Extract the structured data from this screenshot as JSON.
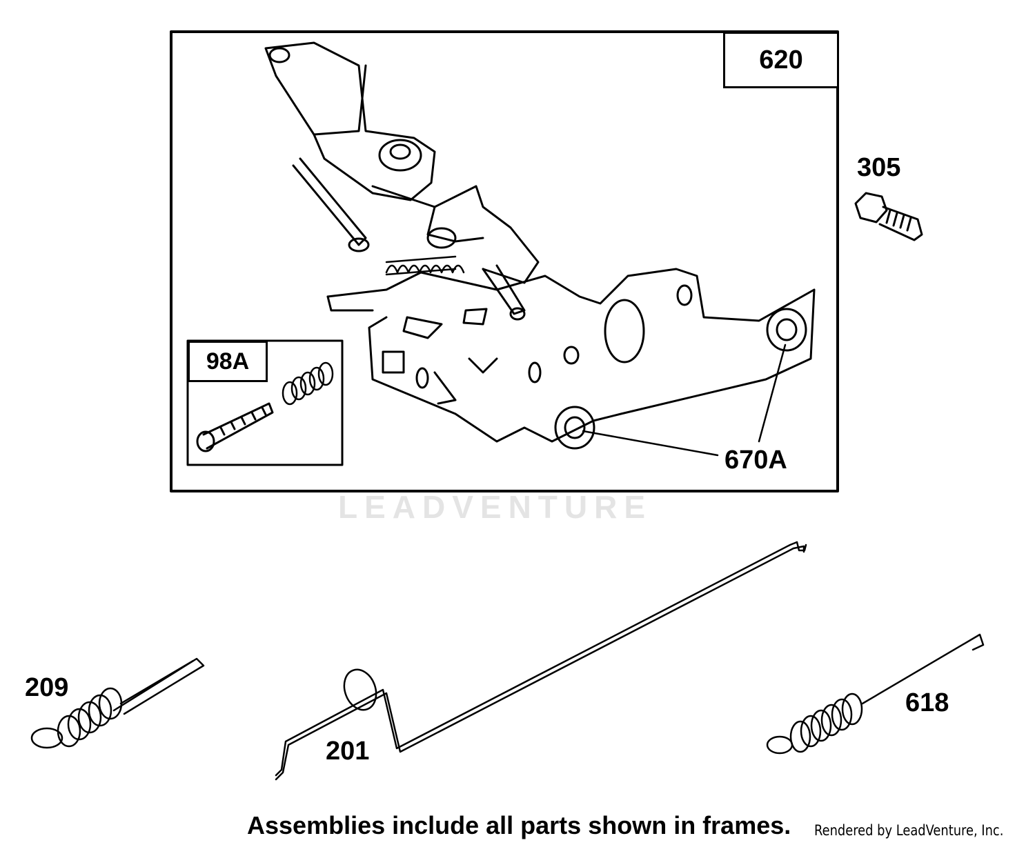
{
  "frames": {
    "main_assembly": "620",
    "sub_assembly": "98A"
  },
  "callouts": {
    "bolt": "305",
    "bushing": "670A",
    "governor_spring": "209",
    "throttle_link": "201",
    "choke_spring": "618"
  },
  "watermark": "LEADVENTURE",
  "footer_note": "Assemblies include all parts shown in frames.",
  "credit": "Rendered by LeadVenture, Inc."
}
